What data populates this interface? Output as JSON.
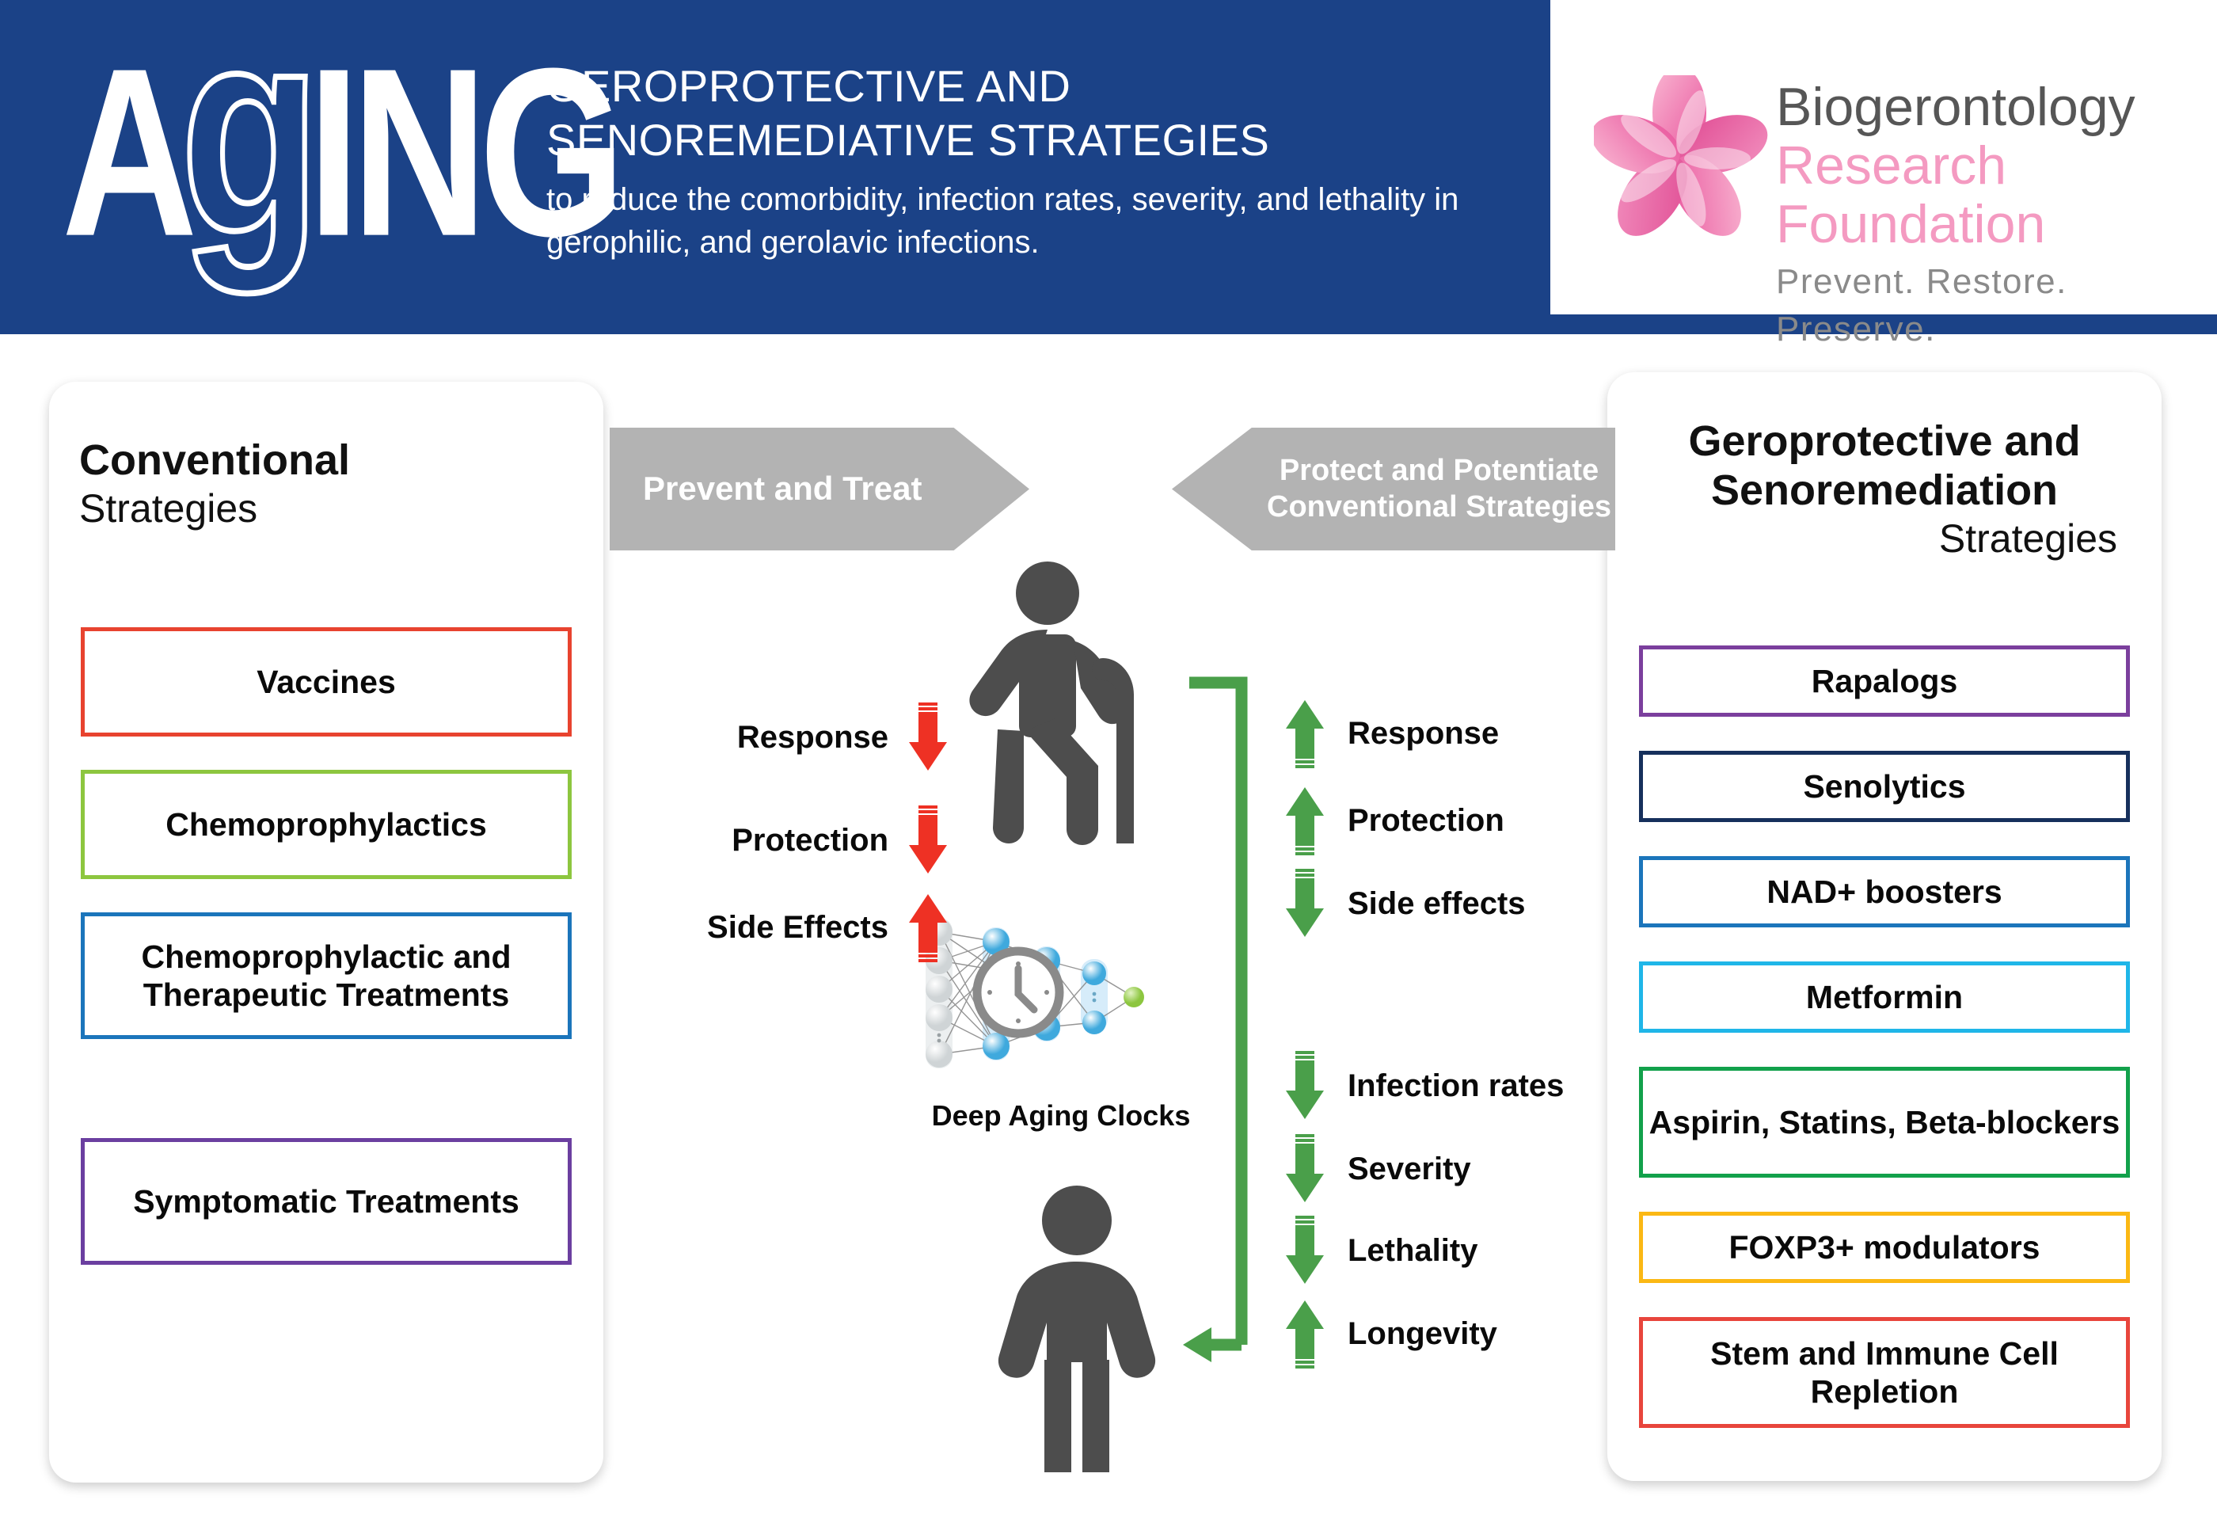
{
  "header": {
    "journal_logo": "AGING",
    "journal_logo_parts": {
      "a": "A",
      "g": "g",
      "ing": "ING"
    },
    "title": "GEROPROTECTIVE AND SENOREMEDIATIVE STRATEGIES",
    "subtitle": "to reduce the comorbidity, infection rates, severity, and lethality in gerophilic, and gerolavic infections.",
    "brand_blue": "#1b4287"
  },
  "partner_logo": {
    "name_line1": "Biogerontology",
    "name_line2": "Research Foundation",
    "tagline": "Prevent. Restore. Preserve.",
    "line1_color": "#565656",
    "line2_color": "#f49ac1",
    "tagline_color": "#8a8a8a",
    "flower_color": "#ee6fa8"
  },
  "left_panel": {
    "title_bold": "Conventional",
    "title_normal": "Strategies",
    "items": [
      {
        "label": "Vaccines",
        "color": "#e8432f"
      },
      {
        "label": "Chemoprophylactics",
        "color": "#8dc63f"
      },
      {
        "label": "Chemoprophylactic and Therapeutic Treatments",
        "color": "#1b75bb"
      },
      {
        "label": "Symptomatic Treatments",
        "color": "#6b3fa0"
      }
    ]
  },
  "right_panel": {
    "title_bold": "Geroprotective and Senoremediation",
    "title_normal": "Strategies",
    "items": [
      {
        "label": "Rapalogs",
        "color": "#7b3f9d"
      },
      {
        "label": "Senolytics",
        "color": "#16305c"
      },
      {
        "label": "NAD+ boosters",
        "color": "#1b75bb"
      },
      {
        "label": "Metformin",
        "color": "#1fb6e8"
      },
      {
        "label": "Aspirin, Statins, Beta-blockers",
        "color": "#12a14b"
      },
      {
        "label": "FOXP3+ modulators",
        "color": "#fbb814"
      },
      {
        "label": "Stem and Immune Cell Repletion",
        "color": "#e8453c"
      }
    ]
  },
  "banners": {
    "left": {
      "label": "Prevent and Treat",
      "color": "#b3b3b3"
    },
    "right": {
      "label": "Protect and Potentiate Conventional Strategies",
      "color": "#b3b3b3"
    }
  },
  "center": {
    "old_person_icon": "elderly-person-with-cane-icon",
    "young_person_icon": "standing-person-icon",
    "figure_color": "#4d4d4d",
    "nn_caption": "Deep Aging Clocks",
    "nn_icon": "neural-network-clock-icon",
    "bracket_color": "#4a9f4a"
  },
  "conventional_effects": {
    "color": "#ee3124",
    "items": [
      {
        "label": "Response",
        "direction": "down"
      },
      {
        "label": "Protection",
        "direction": "down"
      },
      {
        "label": "Side Effects",
        "direction": "up"
      }
    ]
  },
  "geroprotective_effects": {
    "color": "#4a9f4a",
    "group_a": [
      {
        "label": "Response",
        "direction": "up"
      },
      {
        "label": "Protection",
        "direction": "up"
      },
      {
        "label": "Side effects",
        "direction": "down"
      }
    ],
    "group_b": [
      {
        "label": "Infection rates",
        "direction": "down"
      },
      {
        "label": "Severity",
        "direction": "down"
      },
      {
        "label": "Lethality",
        "direction": "down"
      },
      {
        "label": "Longevity",
        "direction": "up"
      }
    ]
  }
}
